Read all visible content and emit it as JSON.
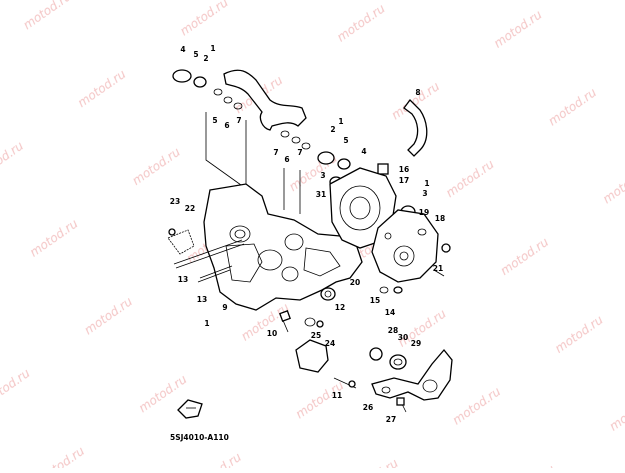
{
  "diagram": {
    "code": "5SJ4010-A110",
    "watermark": "motod.ru",
    "watermark_color": "#f4c6c6",
    "callouts": [
      {
        "id": "4a",
        "label": "4"
      },
      {
        "id": "5a",
        "label": "5"
      },
      {
        "id": "2a",
        "label": "2"
      },
      {
        "id": "1a",
        "label": "1"
      },
      {
        "id": "5b",
        "label": "5"
      },
      {
        "id": "6a",
        "label": "6"
      },
      {
        "id": "7a",
        "label": "7"
      },
      {
        "id": "8",
        "label": "8"
      },
      {
        "id": "1b",
        "label": "1"
      },
      {
        "id": "2b",
        "label": "2"
      },
      {
        "id": "5c",
        "label": "5"
      },
      {
        "id": "4b",
        "label": "4"
      },
      {
        "id": "7b",
        "label": "7"
      },
      {
        "id": "6b",
        "label": "6"
      },
      {
        "id": "7c",
        "label": "7"
      },
      {
        "id": "3a",
        "label": "3"
      },
      {
        "id": "31",
        "label": "31"
      },
      {
        "id": "16",
        "label": "16"
      },
      {
        "id": "17",
        "label": "17"
      },
      {
        "id": "1c",
        "label": "1"
      },
      {
        "id": "3b",
        "label": "3"
      },
      {
        "id": "23",
        "label": "23"
      },
      {
        "id": "22",
        "label": "22"
      },
      {
        "id": "19",
        "label": "19"
      },
      {
        "id": "18",
        "label": "18"
      },
      {
        "id": "21",
        "label": "21"
      },
      {
        "id": "13a",
        "label": "13"
      },
      {
        "id": "13b",
        "label": "13"
      },
      {
        "id": "9",
        "label": "9"
      },
      {
        "id": "20",
        "label": "20"
      },
      {
        "id": "15",
        "label": "15"
      },
      {
        "id": "14",
        "label": "14"
      },
      {
        "id": "12",
        "label": "12"
      },
      {
        "id": "1d",
        "label": "1"
      },
      {
        "id": "10",
        "label": "10"
      },
      {
        "id": "25",
        "label": "25"
      },
      {
        "id": "24",
        "label": "24"
      },
      {
        "id": "28",
        "label": "28"
      },
      {
        "id": "29",
        "label": "29"
      },
      {
        "id": "30",
        "label": "30"
      },
      {
        "id": "11",
        "label": "11"
      },
      {
        "id": "26",
        "label": "26"
      },
      {
        "id": "27",
        "label": "27"
      }
    ]
  }
}
